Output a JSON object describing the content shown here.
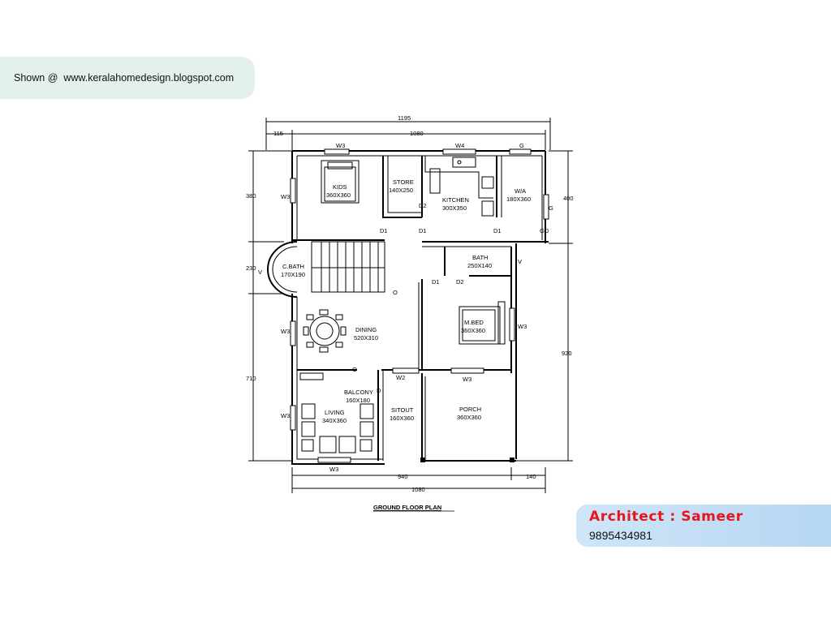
{
  "banner": {
    "text": "Shown @  www.keralahomedesign.blogspot.com"
  },
  "architect": {
    "name": "Architect : Sameer",
    "phone": "9895434981"
  },
  "plan": {
    "title": "GROUND FLOOR PLAN",
    "rooms": {
      "kids": {
        "name": "KIDS",
        "size": "360X360"
      },
      "store": {
        "name": "STORE",
        "size": "140X250"
      },
      "kitchen": {
        "name": "KITCHEN",
        "size": "300X350"
      },
      "wa": {
        "name": "W/A",
        "size": "180X360"
      },
      "cbath": {
        "name": "C.BATH",
        "size": "170X190"
      },
      "bath": {
        "name": "BATH",
        "size": "250X140"
      },
      "dining": {
        "name": "DINING",
        "size": "520X310"
      },
      "mbed": {
        "name": "M.BED",
        "size": "360X360"
      },
      "balcony": {
        "name": "BALCONY",
        "size": "160X180"
      },
      "living": {
        "name": "LIVING",
        "size": "340X360"
      },
      "sitout": {
        "name": "SITOUT",
        "size": "160X360"
      },
      "porch": {
        "name": "PORCH",
        "size": "360X360"
      }
    },
    "labels": {
      "w3": "W3",
      "w4": "W4",
      "w2": "W2",
      "g": "G",
      "gd": "GD",
      "d1": "D1",
      "d2": "D2",
      "d": "D",
      "v": "V",
      "o": "O"
    },
    "dims": {
      "top_total": "1195",
      "top_left": "115",
      "top_main": "1080",
      "bottom_main": "940",
      "bottom_right": "140",
      "bottom_total": "1080",
      "left_1": "380",
      "left_2": "230",
      "left_3": "710",
      "right_1": "400",
      "right_2": "920"
    }
  },
  "colors": {
    "banner_bg": "#e4f0ea",
    "architect_name": "#e8151b",
    "architect_bg": "#cfe6f8",
    "line": "#000000"
  }
}
